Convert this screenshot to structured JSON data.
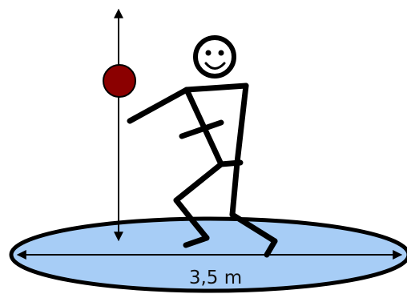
{
  "diagram": {
    "circle_diameter_label": "3,5 m",
    "colors": {
      "circle_fill": "#a7cdf6",
      "circle_outline": "#000000",
      "ball": "#8b0000",
      "figure": "#000000",
      "arrow": "#000000",
      "background": "#ffffff"
    },
    "icons": {
      "ball": "shot-put-ball",
      "figure": "stick-figure-thrower",
      "vertical_arrow": "double-headed-arrow",
      "diameter_arrow": "double-headed-arrow"
    }
  }
}
